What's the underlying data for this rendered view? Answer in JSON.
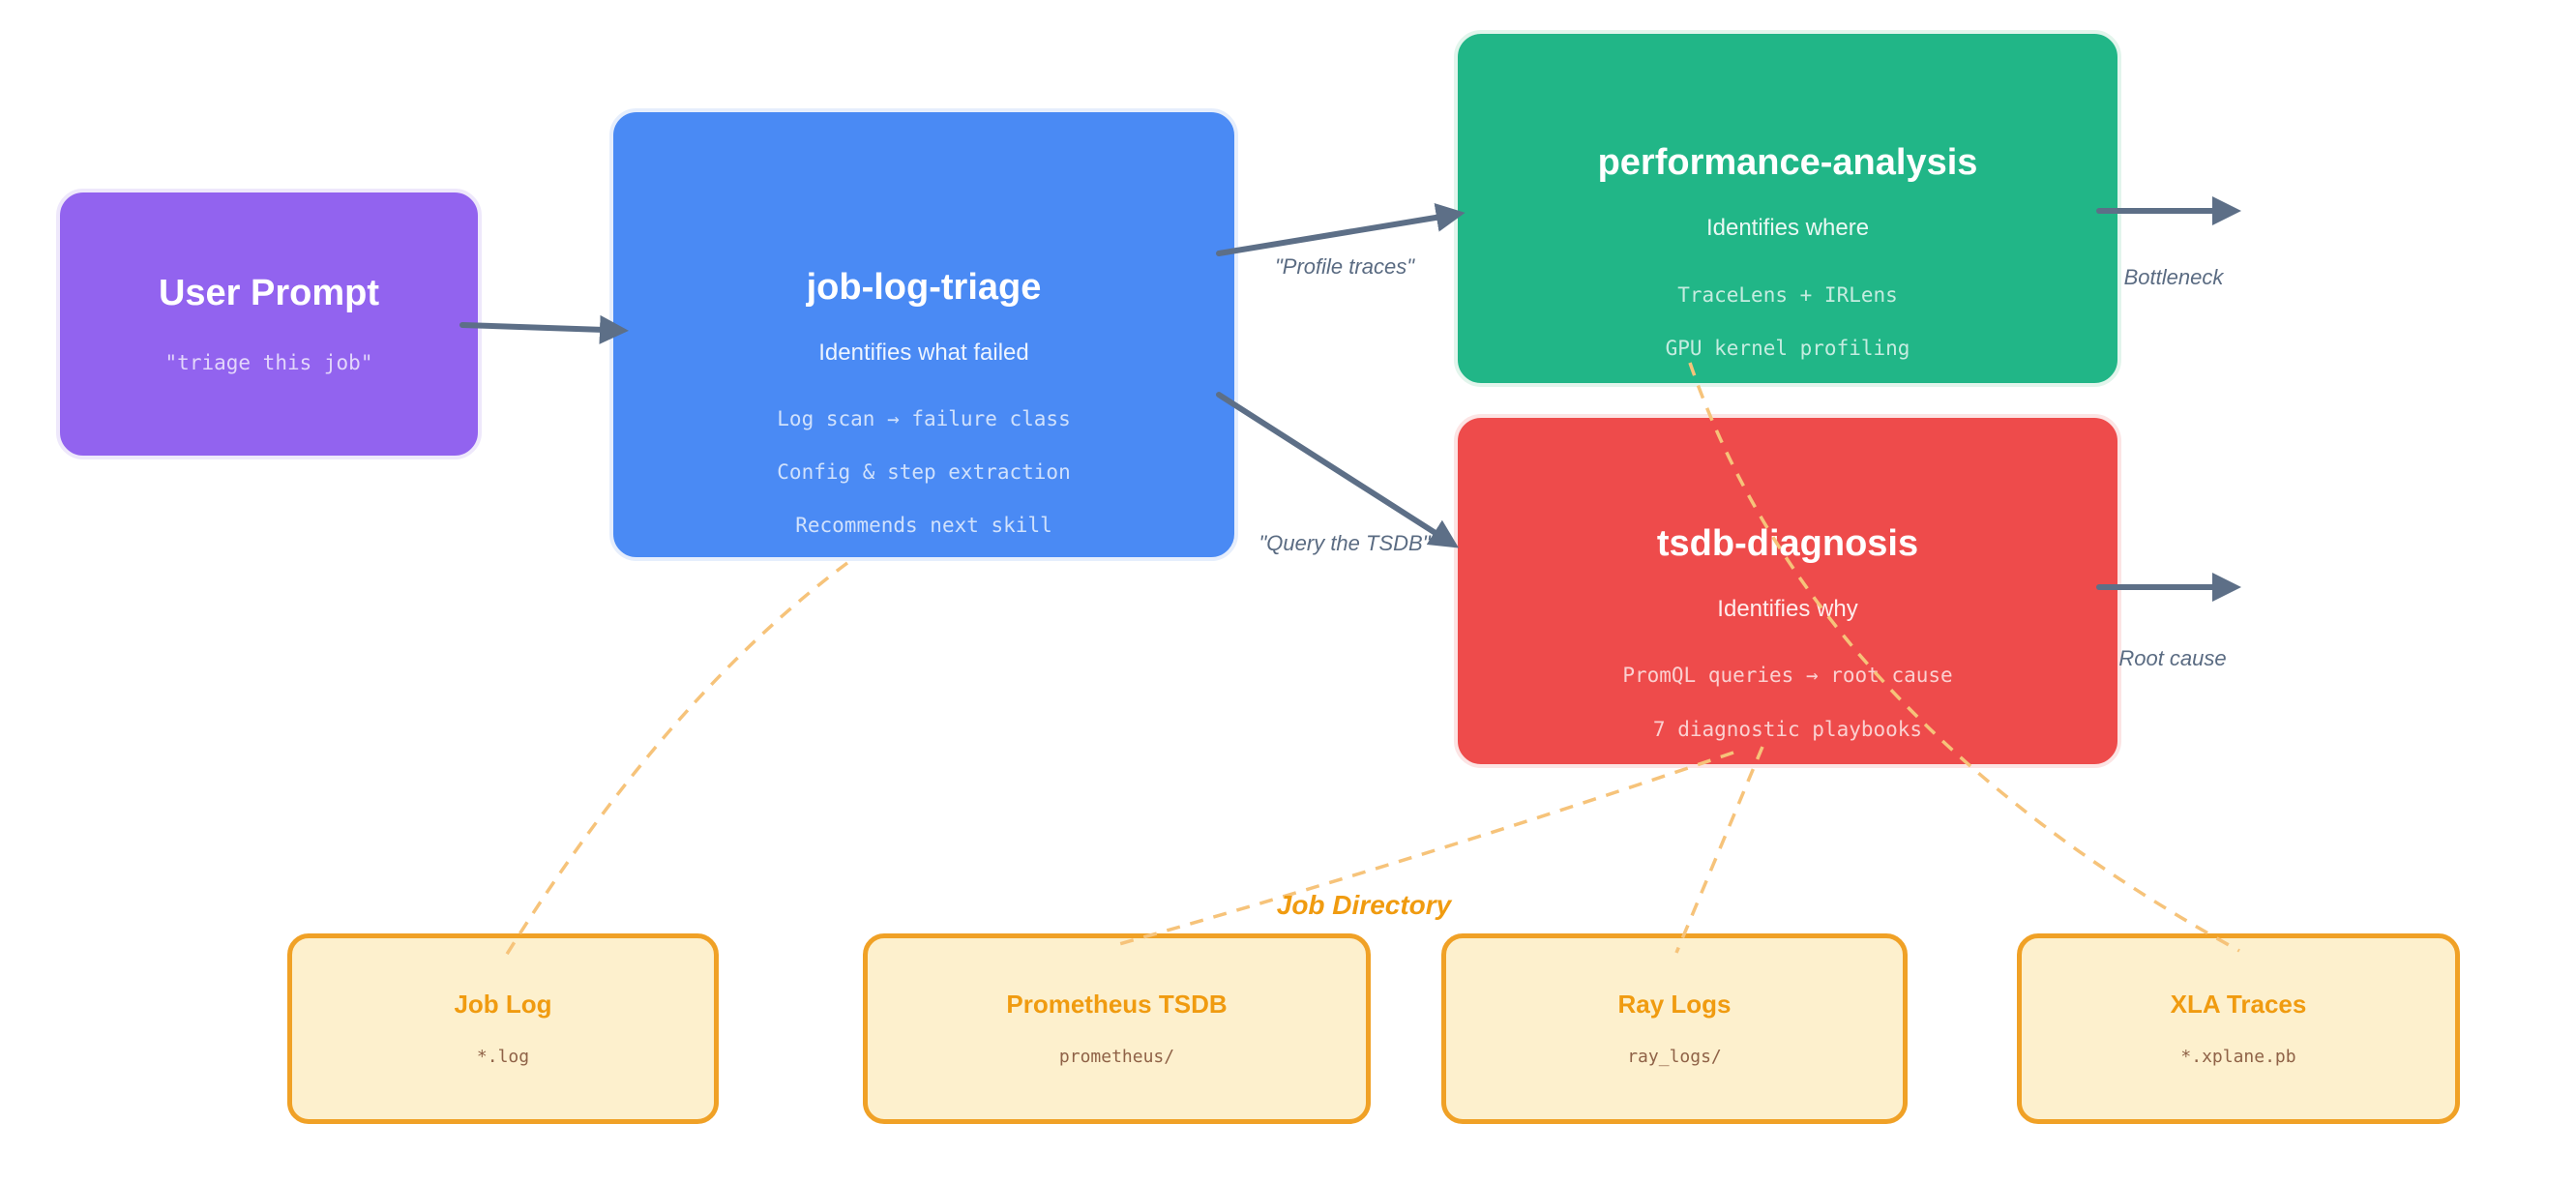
{
  "colors": {
    "purple": "#9263ef",
    "blue": "#4a8af4",
    "green": "#21b687",
    "red": "#ee4b4b",
    "slate": "#5d6f87",
    "labelSlate": "#5a6b82",
    "cream": "#fdf0cd",
    "creamBorder": "#f0a126",
    "orangeText": "#f09b10",
    "brownMono": "#8f6247",
    "dashedOrange": "#f6c37a"
  },
  "nodes": {
    "user_prompt": {
      "title": "User Prompt",
      "code": "\"triage this job\""
    },
    "job_log_triage": {
      "title": "job-log-triage",
      "subtitle": "Identifies what failed",
      "lines": [
        "Log scan → failure class",
        "Config & step extraction",
        "Recommends next skill"
      ]
    },
    "performance_analysis": {
      "title": "performance-analysis",
      "subtitle": "Identifies where",
      "lines": [
        "TraceLens + IRLens",
        "GPU kernel profiling"
      ]
    },
    "tsdb_diagnosis": {
      "title": "tsdb-diagnosis",
      "subtitle": "Identifies why",
      "lines": [
        "PromQL queries → root cause",
        "7 diagnostic playbooks"
      ]
    },
    "job_log": {
      "title": "Job Log",
      "code": "*.log"
    },
    "prometheus_tsdb": {
      "title": "Prometheus TSDB",
      "code": "prometheus/"
    },
    "ray_logs": {
      "title": "Ray Logs",
      "code": "ray_logs/"
    },
    "xla_traces": {
      "title": "XLA Traces",
      "code": "*.xplane.pb"
    }
  },
  "edge_labels": {
    "profile_traces": "\"Profile traces\"",
    "query_tsdb": "\"Query the TSDB\"",
    "bottleneck": "Bottleneck",
    "root_cause": "Root cause"
  },
  "cluster_label": "Job Directory"
}
